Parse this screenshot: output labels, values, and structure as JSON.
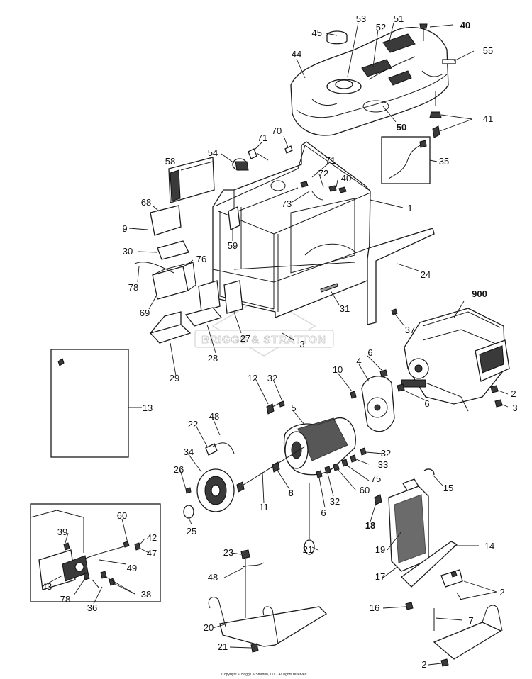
{
  "diagram": {
    "callouts": [
      {
        "id": "c45",
        "text": "45"
      },
      {
        "id": "c53",
        "text": "53"
      },
      {
        "id": "c51",
        "text": "51"
      },
      {
        "id": "c52",
        "text": "52"
      },
      {
        "id": "c40a",
        "text": "40"
      },
      {
        "id": "c55",
        "text": "55"
      },
      {
        "id": "c44",
        "text": "44"
      },
      {
        "id": "c41",
        "text": "41"
      },
      {
        "id": "c50",
        "text": "50"
      },
      {
        "id": "c70",
        "text": "70"
      },
      {
        "id": "c71a",
        "text": "71"
      },
      {
        "id": "c54",
        "text": "54"
      },
      {
        "id": "c58",
        "text": "58"
      },
      {
        "id": "c71b",
        "text": "71"
      },
      {
        "id": "c72",
        "text": "72"
      },
      {
        "id": "c40b",
        "text": "40"
      },
      {
        "id": "c35",
        "text": "35"
      },
      {
        "id": "c73",
        "text": "73"
      },
      {
        "id": "c1",
        "text": "1"
      },
      {
        "id": "c68",
        "text": "68"
      },
      {
        "id": "c9",
        "text": "9"
      },
      {
        "id": "c59",
        "text": "59"
      },
      {
        "id": "c30",
        "text": "30"
      },
      {
        "id": "c76a",
        "text": "76"
      },
      {
        "id": "c24",
        "text": "24"
      },
      {
        "id": "c78a",
        "text": "78"
      },
      {
        "id": "c69",
        "text": "69"
      },
      {
        "id": "c31",
        "text": "31"
      },
      {
        "id": "c900",
        "text": "900"
      },
      {
        "id": "c37",
        "text": "37"
      },
      {
        "id": "c27",
        "text": "27"
      },
      {
        "id": "c3a",
        "text": "3"
      },
      {
        "id": "c28",
        "text": "28"
      },
      {
        "id": "c29",
        "text": "29"
      },
      {
        "id": "c6a",
        "text": "6"
      },
      {
        "id": "c10",
        "text": "10"
      },
      {
        "id": "c4",
        "text": "4"
      },
      {
        "id": "c2a",
        "text": "2"
      },
      {
        "id": "c12",
        "text": "12"
      },
      {
        "id": "c32a",
        "text": "32"
      },
      {
        "id": "c6b",
        "text": "6"
      },
      {
        "id": "c3b",
        "text": "3"
      },
      {
        "id": "c13",
        "text": "13"
      },
      {
        "id": "c5",
        "text": "5"
      },
      {
        "id": "c48a",
        "text": "48"
      },
      {
        "id": "c22",
        "text": "22"
      },
      {
        "id": "c32b",
        "text": "32"
      },
      {
        "id": "c34",
        "text": "34"
      },
      {
        "id": "c33",
        "text": "33"
      },
      {
        "id": "c26",
        "text": "26"
      },
      {
        "id": "c75",
        "text": "75"
      },
      {
        "id": "c15",
        "text": "15"
      },
      {
        "id": "c8",
        "text": "8"
      },
      {
        "id": "c60a",
        "text": "60"
      },
      {
        "id": "c11",
        "text": "11"
      },
      {
        "id": "c6c",
        "text": "6"
      },
      {
        "id": "c32c",
        "text": "32"
      },
      {
        "id": "c18",
        "text": "18"
      },
      {
        "id": "c25",
        "text": "25"
      },
      {
        "id": "c60b",
        "text": "60"
      },
      {
        "id": "c39",
        "text": "39"
      },
      {
        "id": "c42",
        "text": "42"
      },
      {
        "id": "c21a",
        "text": "21"
      },
      {
        "id": "c19",
        "text": "19"
      },
      {
        "id": "c14",
        "text": "14"
      },
      {
        "id": "c47",
        "text": "47"
      },
      {
        "id": "c49",
        "text": "49"
      },
      {
        "id": "c23",
        "text": "23"
      },
      {
        "id": "c17",
        "text": "17"
      },
      {
        "id": "c43",
        "text": "43"
      },
      {
        "id": "c38",
        "text": "38"
      },
      {
        "id": "c48b",
        "text": "48"
      },
      {
        "id": "c78b",
        "text": "78"
      },
      {
        "id": "c36",
        "text": "36"
      },
      {
        "id": "c2b",
        "text": "2"
      },
      {
        "id": "c16",
        "text": "16"
      },
      {
        "id": "c7",
        "text": "7"
      },
      {
        "id": "c20",
        "text": "20"
      },
      {
        "id": "c21b",
        "text": "21"
      },
      {
        "id": "c2c",
        "text": "2"
      }
    ],
    "watermark": "BRIGGS & STRATTON",
    "copyright": "Copyright © Briggs & Stratton, LLC. All rights reserved."
  }
}
